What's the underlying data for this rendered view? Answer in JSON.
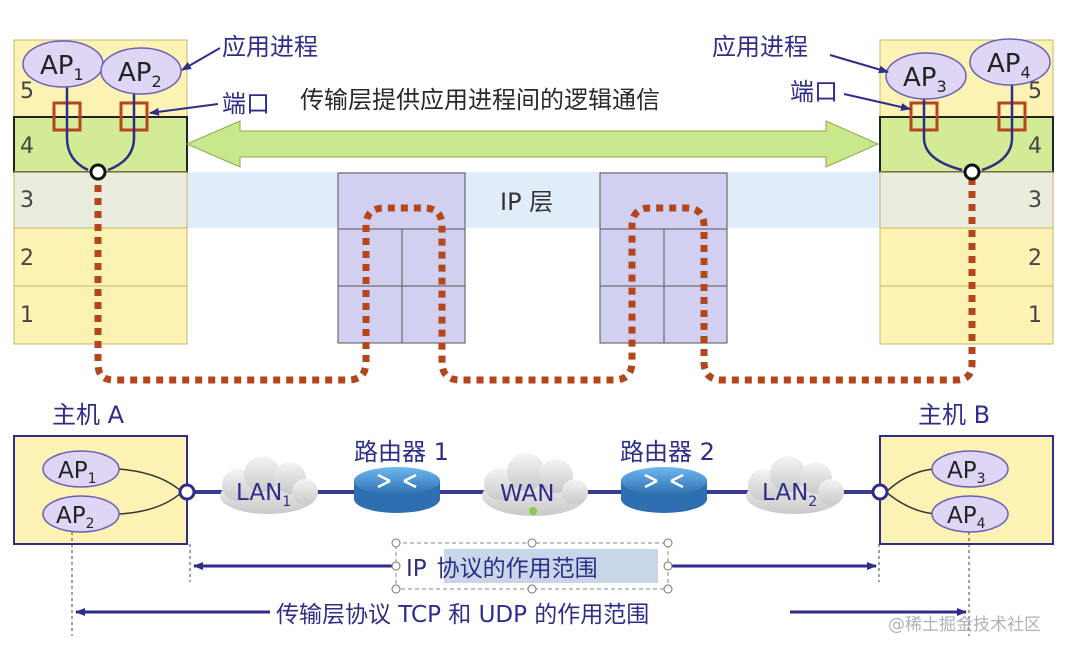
{
  "top": {
    "left_stack_layers": [
      "5",
      "4",
      "3",
      "2",
      "1"
    ],
    "right_stack_layers": [
      "5",
      "4",
      "3",
      "2",
      "1"
    ],
    "left_ap1": {
      "base": "AP",
      "sub": "1"
    },
    "left_ap2": {
      "base": "AP",
      "sub": "2"
    },
    "right_ap3": {
      "base": "AP",
      "sub": "3"
    },
    "right_ap4": {
      "base": "AP",
      "sub": "4"
    },
    "app_process_label": "应用进程",
    "port_label": "端口",
    "transport_arrow_label": "传输层提供应用进程间的逻辑通信",
    "ip_layer_label": "IP 层"
  },
  "bottom": {
    "host_a_label": "主机 A",
    "host_b_label": "主机 B",
    "host_a_ap1": {
      "base": "AP",
      "sub": "1"
    },
    "host_a_ap2": {
      "base": "AP",
      "sub": "2"
    },
    "host_b_ap3": {
      "base": "AP",
      "sub": "3"
    },
    "host_b_ap4": {
      "base": "AP",
      "sub": "4"
    },
    "router1_label": "路由器 1",
    "router2_label": "路由器 2",
    "lan1": {
      "base": "LAN",
      "sub": "1"
    },
    "wan": "WAN",
    "lan2": {
      "base": "LAN",
      "sub": "2"
    },
    "ip_scope_prefix": "IP",
    "ip_scope_highlight": "协议的作用范围",
    "transport_scope_label": "传输层协议 TCP 和 UDP 的作用范围"
  },
  "watermark": "@稀土掘金技术社区",
  "colors": {
    "stack_fill": "#fbf2b4",
    "layer4_fill": "#d3ea96",
    "ip_band": "#e0ecf8",
    "router_stack_fill": "#d2d0f0",
    "ap_bubble": "#ded6f4",
    "dotted_path": "#b5451b",
    "label_text": "#2e2e8a",
    "arrow_green": "#c8e88c",
    "router_blue": "#3f8fd0"
  }
}
